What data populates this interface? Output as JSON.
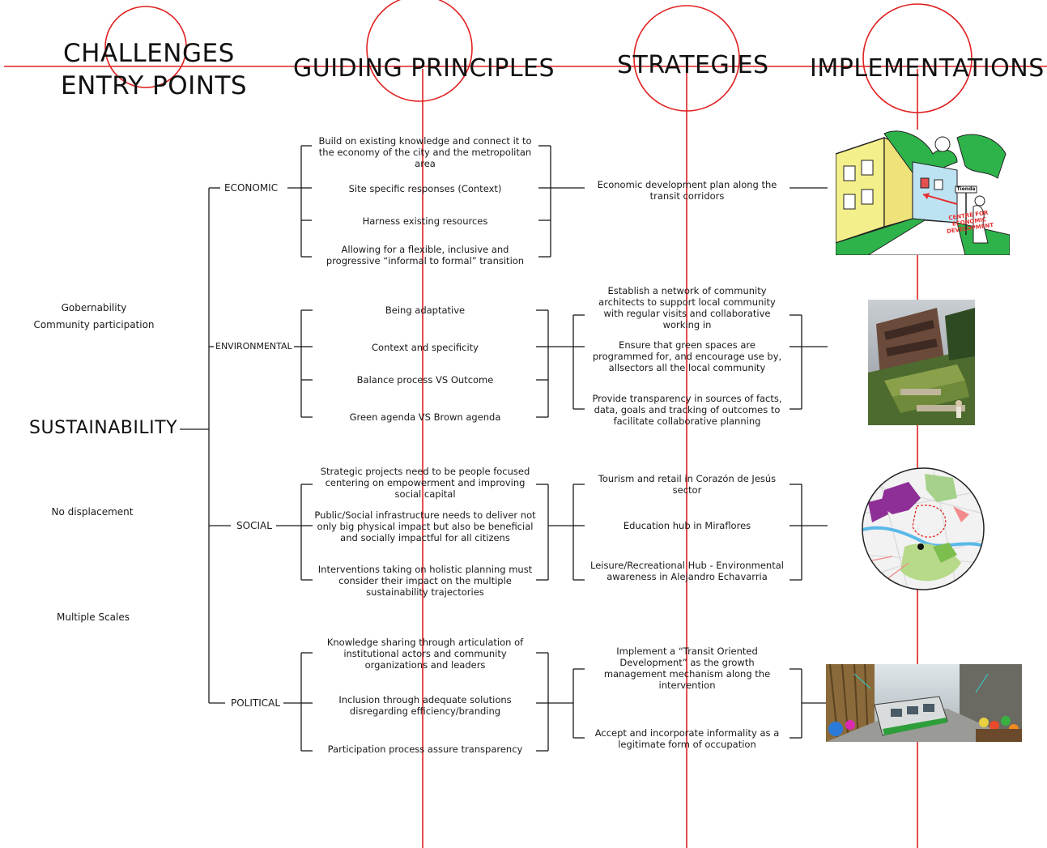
{
  "headers": {
    "challenges_line1": "CHALLENGES",
    "challenges_line2": "ENTRY POINTS",
    "guiding_principles": "GUIDING PRINCIPLES",
    "strategies": "STRATEGIES",
    "implementations": "IMPLEMENTATIONS"
  },
  "left_notes": {
    "gobernability": "Gobernability",
    "community_participation": "Community participation",
    "no_displacement": "No displacement",
    "multiple_scales": "Multiple Scales"
  },
  "root": "SUSTAINABILITY",
  "categories": {
    "economic": "ECONOMIC",
    "environmental": "ENVIRONMENTAL",
    "social": "SOCIAL",
    "political": "POLITICAL"
  },
  "principles": {
    "economic": [
      "Build on existing knowledge and connect it to the economy of the city and the metropolitan area",
      "Site specific responses (Context)",
      "Harness existing resources",
      "Allowing for a flexible, inclusive and progressive “informal to formal” transition"
    ],
    "environmental": [
      "Being adaptative",
      "Context and specificity",
      "Balance process VS Outcome",
      "Green agenda VS Brown agenda"
    ],
    "social": [
      "Strategic projects need to be people focused centering on empowerment and improving social capital",
      "Public/Social infrastructure needs to deliver not only big physical impact but also be beneficial and socially impactful for all citizens",
      "Interventions taking on holistic planning must consider their impact on the multiple sustainability trajectories"
    ],
    "political": [
      "Knowledge sharing through articulation of institutional actors and community organizations and leaders",
      "Inclusion through adequate solutions disregarding efficiency/branding",
      "Participation process assure transparency"
    ]
  },
  "strategies": {
    "economic": [
      "Economic development plan along the transit corridors"
    ],
    "environmental": [
      "Establish a network of community architects to support local community with regular visits and collaborative working in",
      "Ensure that green spaces are programmed for, and encourage use by, allsectors all the local community",
      "Provide transparency in sources of facts, data, goals and tracking of outcomes to facilitate collaborative planning"
    ],
    "social": [
      "Tourism and retail in Corazón de Jesús sector",
      "Education hub in Miraflores",
      "Leisure/Recreational Hub - Environmental awareness in Alejandro Echavarria"
    ],
    "political": [
      "Implement a “Transit Oriented Development” as the growth management mechanism along the intervention",
      "Accept and incorporate informality as a legitimate form of occupation"
    ]
  },
  "implementation_captions": {
    "sketch_sign": "Tienda",
    "sketch_label": "CENTRE FOR ECONOMIC DEVELOPMENT"
  },
  "colors": {
    "guide_red": "#e02020",
    "line_black": "#1a1a1a"
  }
}
